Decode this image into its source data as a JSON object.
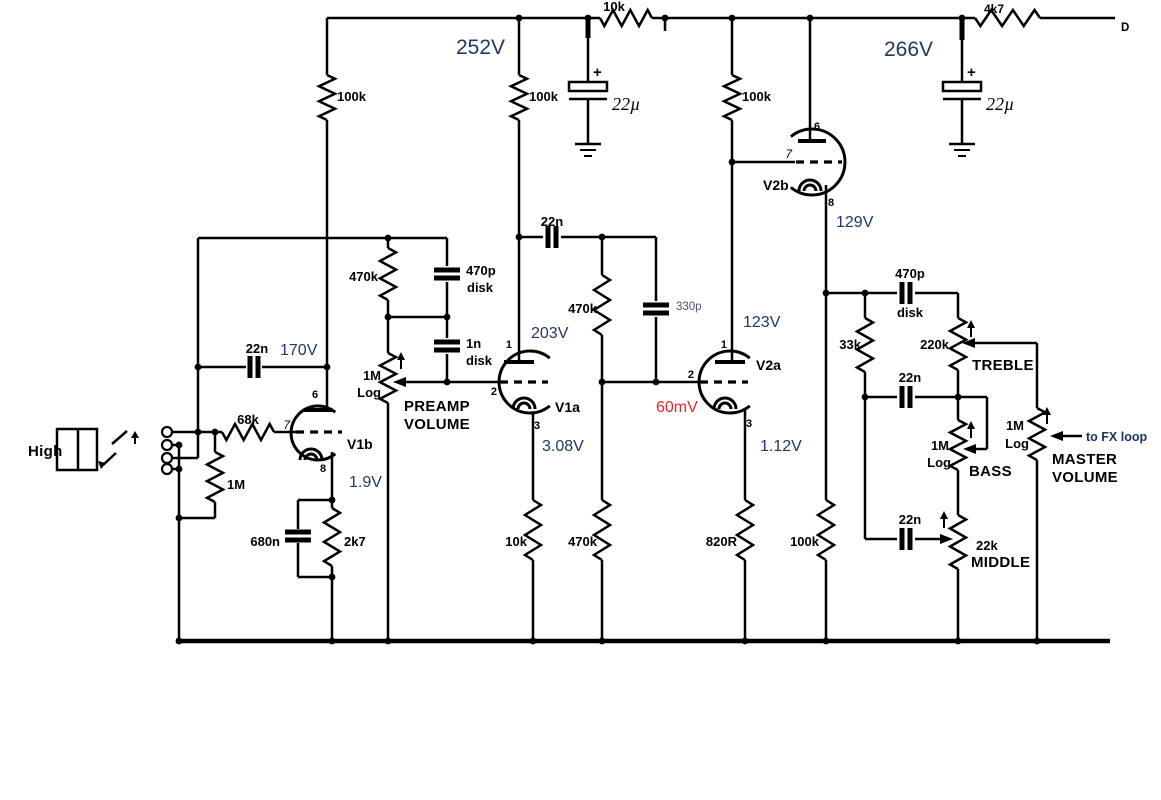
{
  "schematic": {
    "description": "Tube guitar amplifier preamp schematic with V1/V2 triode stages and passive tone stack",
    "colors": {
      "wire": "#000000",
      "voltage_text": "#1f3864",
      "signal_text": "#e8262d",
      "fx_text": "#17365d"
    },
    "input": {
      "label": "High"
    },
    "rail": {
      "v252": "252V",
      "v266": "266V",
      "r10k": "10k",
      "r4k7": "4k7",
      "out": "D"
    },
    "caps": {
      "value": "22µ",
      "plus": "+"
    },
    "parts": {
      "r100k": "100k",
      "r470k": "470k",
      "r68k": "68k",
      "r1m": "1M",
      "log": "Log",
      "r2k7": "2k7",
      "r10k": "10k",
      "r820r": "820R",
      "r33k": "33k",
      "r220k": "220k",
      "r22k": "22k",
      "c22n": "22n",
      "c470p": "470p",
      "c1n": "1n",
      "c330p": "330p",
      "c680n": "680n",
      "disk": "disk"
    },
    "tubes": {
      "v1a": {
        "name": "V1a",
        "pin1": "1",
        "pin2": "2",
        "pin3": "3",
        "plate_v": "203V",
        "cathode_v": "3.08V"
      },
      "v1b": {
        "name": "V1b",
        "pin6": "6",
        "pin7": "7",
        "pin8": "8",
        "plate_v": "170V",
        "cathode_v": "1.9V"
      },
      "v2a": {
        "name": "V2a",
        "pin1": "1",
        "pin2": "2",
        "pin3": "3",
        "plate_v": "123V",
        "cathode_v": "1.12V",
        "grid_mv": "60mV"
      },
      "v2b": {
        "name": "V2b",
        "pin6": "6",
        "pin7": "7",
        "pin8": "8",
        "cathode_v": "129V"
      }
    },
    "controls": {
      "preamp_l1": "PREAMP",
      "preamp_l2": "VOLUME",
      "treble": "TREBLE",
      "bass": "BASS",
      "middle": "MIDDLE",
      "master_l1": "MASTER",
      "master_l2": "VOLUME",
      "fx": "to FX loop"
    }
  }
}
